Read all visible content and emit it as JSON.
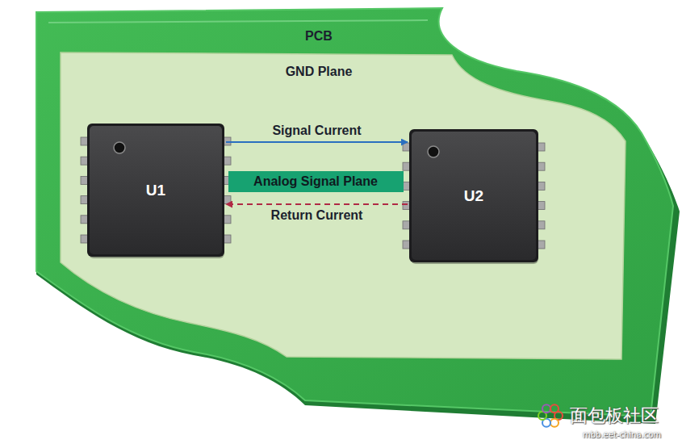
{
  "diagram": {
    "nodes": [
      {
        "text": [
          "PCB"
        ]
      },
      {
        "text": [
          "GND Plane"
        ],
        "in": 0
      },
      {
        "text": [
          "U1"
        ],
        "in": 1
      },
      {
        "text": [
          "U2"
        ],
        "in": 1
      },
      {
        "text": [
          "Analog Signal Plane"
        ],
        "in": 1
      }
    ],
    "edges": [
      {
        "from": 2,
        "to": 3,
        "arrow": "to",
        "label": "Signal Current"
      },
      {
        "from": 3,
        "to": 2,
        "arrow": "to",
        "label": "Return Current"
      }
    ],
    "labels": [
      "面包板社区",
      "mbb.eet-china.com"
    ]
  }
}
